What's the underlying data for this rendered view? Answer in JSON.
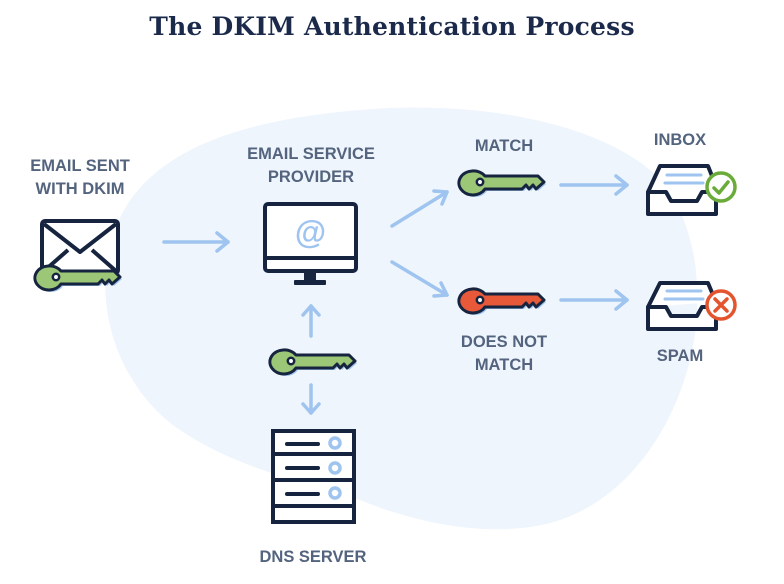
{
  "title": "The DKIM Authentication Process",
  "colors": {
    "title": "#1b2a4a",
    "label": "#54647e",
    "outline": "#16243f",
    "arrow": "#9ec4ef",
    "accent_blue": "#9ec4ef",
    "blob": "#eef5fd",
    "key_green": "#9cc776",
    "key_red": "#e8593a",
    "check_green": "#6aab3a",
    "cross_red": "#e4552f"
  },
  "nodes": {
    "sender": {
      "label": "EMAIL SENT\nWITH DKIM",
      "icon": "envelope-with-key-icon"
    },
    "provider": {
      "label": "EMAIL SERVICE\nPROVIDER",
      "icon": "monitor-at-icon",
      "screen_symbol": "@"
    },
    "match": {
      "label": "MATCH",
      "icon": "green-key-icon"
    },
    "nomatch": {
      "label": "DOES NOT\nMATCH",
      "icon": "red-key-icon"
    },
    "inbox": {
      "label": "INBOX",
      "icon": "inbox-check-icon"
    },
    "spam": {
      "label": "SPAM",
      "icon": "inbox-cross-icon"
    },
    "dns": {
      "label": "DNS SERVER",
      "icon": "server-icon"
    },
    "dns_key": {
      "icon": "green-key-icon"
    }
  },
  "edges": [
    {
      "from": "sender",
      "to": "provider"
    },
    {
      "from": "provider",
      "to": "match"
    },
    {
      "from": "provider",
      "to": "nomatch"
    },
    {
      "from": "match",
      "to": "inbox"
    },
    {
      "from": "nomatch",
      "to": "spam"
    },
    {
      "from": "dns",
      "to": "provider",
      "bidirectional": true
    }
  ]
}
